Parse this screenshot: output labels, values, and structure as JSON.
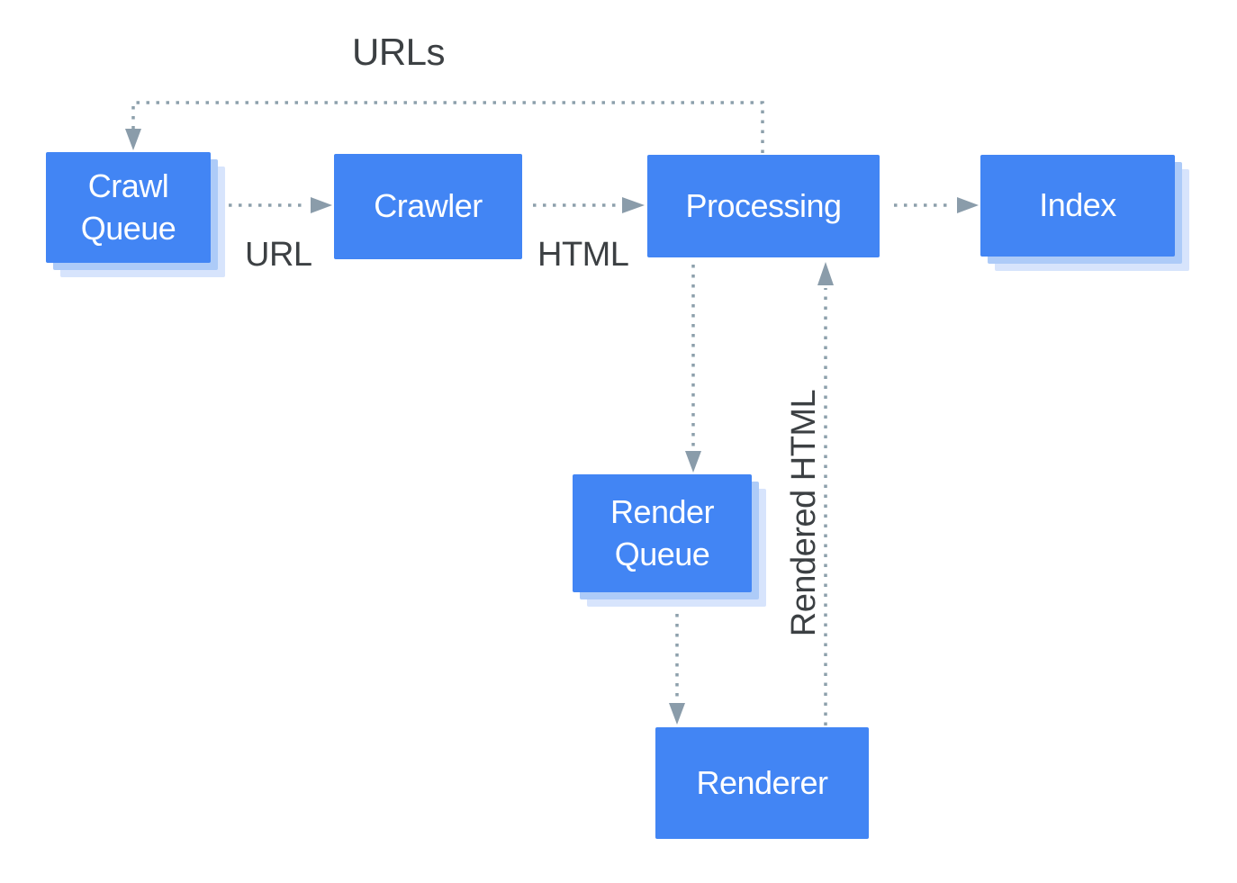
{
  "diagram": {
    "nodes": [
      {
        "id": "crawl-queue",
        "label": "Crawl Queue"
      },
      {
        "id": "crawler",
        "label": "Crawler"
      },
      {
        "id": "processing",
        "label": "Processing"
      },
      {
        "id": "index",
        "label": "Index"
      },
      {
        "id": "render-queue",
        "label": "Render Queue"
      },
      {
        "id": "renderer",
        "label": "Renderer"
      }
    ],
    "edge_labels": {
      "urls": "URLs",
      "url": "URL",
      "html": "HTML",
      "rendered_html": "Rendered HTML"
    },
    "colors": {
      "node_fill": "#4285F4",
      "node_text": "#FFFFFF",
      "shadow_inner": "#ADCBF8",
      "shadow_outer": "#D7E4FC",
      "connector": "#8DA0AC",
      "arrowhead": "#8A9CAA",
      "label_text": "#3C4043",
      "background": "#FFFFFF"
    }
  }
}
